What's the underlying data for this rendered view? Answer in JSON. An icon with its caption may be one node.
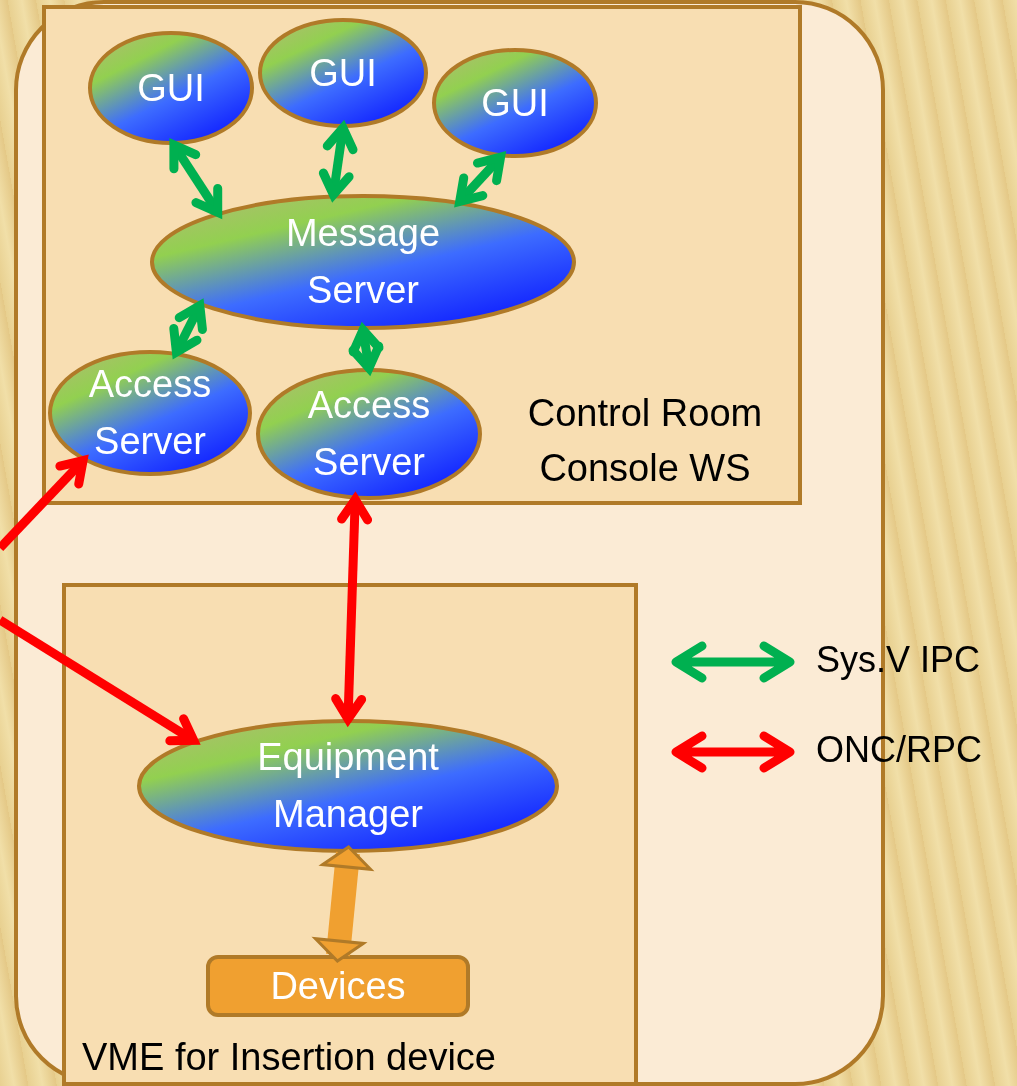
{
  "diagram": {
    "nodes": [
      {
        "text": [],
        "shape": "box"
      },
      {
        "text": [
          "Control Room Console WS"
        ],
        "in": 0
      },
      {
        "text": [
          "GUI"
        ],
        "in": 1
      },
      {
        "text": [
          "GUI"
        ],
        "in": 1
      },
      {
        "text": [
          "GUI"
        ],
        "in": 1
      },
      {
        "text": [
          "Message Server"
        ],
        "in": 1
      },
      {
        "text": [
          "Access Server"
        ],
        "in": 1
      },
      {
        "text": [
          "Access Server"
        ],
        "in": 1
      },
      {
        "text": [
          "VME for Insertion device"
        ],
        "in": 0
      },
      {
        "text": [
          "Equipment Manager"
        ],
        "in": 8
      },
      {
        "text": [
          "Devices"
        ],
        "in": 8
      }
    ],
    "edges": [
      {
        "from": 2,
        "to": 5,
        "arrow": "both"
      },
      {
        "from": 3,
        "to": 5,
        "arrow": "both"
      },
      {
        "from": 4,
        "to": 5,
        "arrow": "both"
      },
      {
        "from": 6,
        "to": 5,
        "arrow": "both"
      },
      {
        "from": 7,
        "to": 5,
        "arrow": "both"
      },
      {
        "from": 7,
        "to": 9,
        "arrow": "both",
        "color": "#ff0000"
      },
      {
        "from": null,
        "to": 6,
        "arrow": "to",
        "color": "#ff0000"
      },
      {
        "from": null,
        "to": 9,
        "arrow": "to",
        "color": "#ff0000"
      },
      {
        "from": 9,
        "to": 10,
        "arrow": "both",
        "style": "thick",
        "color": "#f0a030"
      }
    ],
    "legend": [
      {
        "text": "Sys.V IPC",
        "color": "#00b050"
      },
      {
        "text": "ONC/RPC",
        "color": "#ff0000"
      }
    ]
  }
}
